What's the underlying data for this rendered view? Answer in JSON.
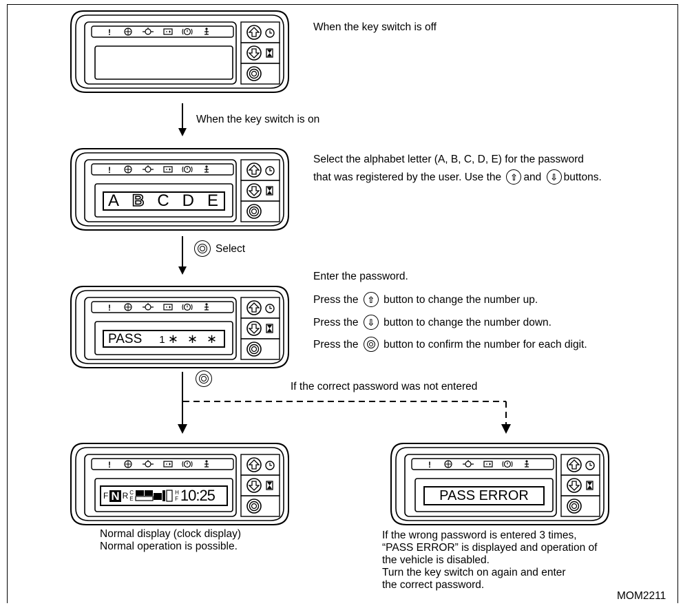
{
  "captions": {
    "key_off": "When the key switch is off",
    "key_on": "When the key switch is on",
    "select_label": "Select",
    "select_line1": "Select the alphabet letter (A, B, C, D, E) for the password",
    "select_line2_a": "that was registered by the user. Use the",
    "select_line2_b": "and",
    "select_line2_c": "buttons.",
    "enter": "Enter the password.",
    "press_the": "Press the",
    "press_up": "button to change the number up.",
    "press_down": "button to change the number down.",
    "press_confirm": "button to confirm the number for each digit.",
    "not_correct": "If the correct password was not entered",
    "normal_1": "Normal display (clock display)",
    "normal_2": "Normal operation is possible.",
    "error_1": "If the wrong password is entered 3 times,",
    "error_2": "“PASS ERROR” is displayed and operation of",
    "error_3": "the vehicle is disabled.",
    "error_4": "Turn the key switch on again and enter",
    "error_5": "the correct password.",
    "figure_code": "MOM2211"
  },
  "displays": {
    "letters": [
      "A",
      "B",
      "C",
      "D",
      "E"
    ],
    "pass_label": "PASS",
    "pass_digits": "1",
    "pass_stars": "∗ ∗ ∗",
    "clock_f": "F",
    "clock_n": "N",
    "clock_r": "R",
    "clock_c": "C",
    "clock_e": "E",
    "clock_h": "H",
    "clock_f2": "F",
    "clock_time": "10:25",
    "error_text": "PASS ERROR"
  },
  "icons": [
    "warning-icon",
    "brake-icon",
    "oil-icon",
    "battery-icon",
    "circuit-icon",
    "seatbelt-icon",
    "up-arrow-icon",
    "clock-icon",
    "down-arrow-icon",
    "hourglass-icon",
    "select-ring-icon"
  ]
}
